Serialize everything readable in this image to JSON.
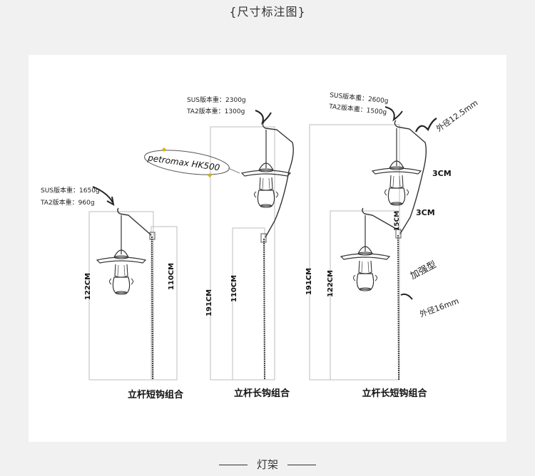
{
  "header": {
    "title": "{尺寸标注图}"
  },
  "footer": {
    "title": "灯架"
  },
  "diagram": {
    "left": {
      "weight_sus": "SUS版本重：1650g",
      "weight_ta2": "TA2版本重：960g",
      "dim_a": "122CM",
      "dim_b": "110CM",
      "caption": "立杆短钩组合"
    },
    "middle": {
      "weight_sus": "SUS版本重：2300g",
      "weight_ta2": "TA2版本重：1300g",
      "lantern_tag": "petromax HK500",
      "dim_a": "191CM",
      "dim_b": "110CM",
      "caption": "立杆长钩组合"
    },
    "right": {
      "weight_sus": "SUS版本重：2600g",
      "weight_ta2": "TA2版本重：1500g",
      "outer_dia_top": "外径12.5mm",
      "gap_a": "3CM",
      "gap_b": "3CM",
      "hook_gap": "15CM",
      "reinforced": "加强型",
      "outer_dia_bottom": "外径16mm",
      "dim_a": "191CM",
      "dim_b": "122CM",
      "caption": "立杆长短钩组合"
    }
  }
}
